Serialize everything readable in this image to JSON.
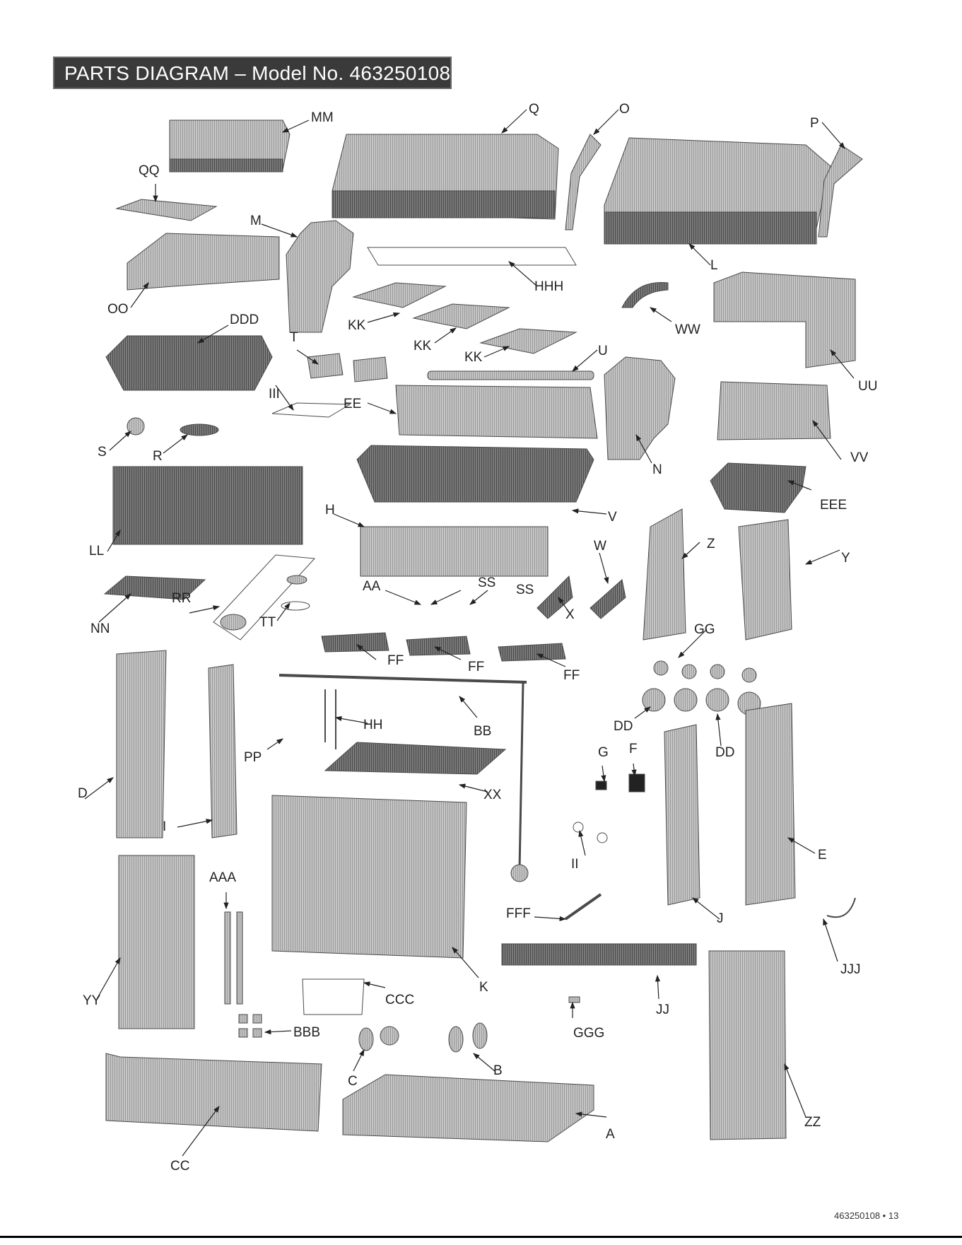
{
  "title": "PARTS DIAGRAM – Model No. 463250108",
  "footer": "463250108 • 13",
  "labels": {
    "MM": "MM",
    "Q": "Q",
    "O": "O",
    "P": "P",
    "QQ": "QQ",
    "M": "M",
    "HHH": "HHH",
    "L": "L",
    "OO": "OO",
    "DDD": "DDD",
    "KK1": "KK",
    "KK2": "KK",
    "KK3": "KK",
    "WW": "WW",
    "UU": "UU",
    "T": "T",
    "U": "U",
    "III": "III",
    "EE": "EE",
    "S": "S",
    "R": "R",
    "N": "N",
    "VV": "VV",
    "LL": "LL",
    "H": "H",
    "V": "V",
    "EEE": "EEE",
    "W": "W",
    "Z": "Z",
    "Y": "Y",
    "AA": "AA",
    "SS1": "SS",
    "SS2": "SS",
    "NN": "NN",
    "RR": "RR",
    "TT": "TT",
    "X": "X",
    "FF1": "FF",
    "FF2": "FF",
    "FF3": "FF",
    "GG": "GG",
    "HH": "HH",
    "BB": "BB",
    "DD1": "DD",
    "DD2": "DD",
    "PP": "PP",
    "G": "G",
    "F": "F",
    "D": "D",
    "XX": "XX",
    "I": "I",
    "II": "II",
    "E": "E",
    "AAA": "AAA",
    "FFF": "FFF",
    "J": "J",
    "JJJ": "JJJ",
    "YY": "YY",
    "K": "K",
    "CCC": "CCC",
    "JJ": "JJ",
    "BBB": "BBB",
    "GGG": "GGG",
    "C": "C",
    "B": "B",
    "A": "A",
    "ZZ": "ZZ",
    "CC": "CC"
  },
  "colors": {
    "part_fill": "#b8b8b8",
    "part_dark": "#8a8a8a",
    "part_line": "#4a4a4a",
    "title_bg": "#3a3a3a",
    "title_text": "#ffffff"
  }
}
